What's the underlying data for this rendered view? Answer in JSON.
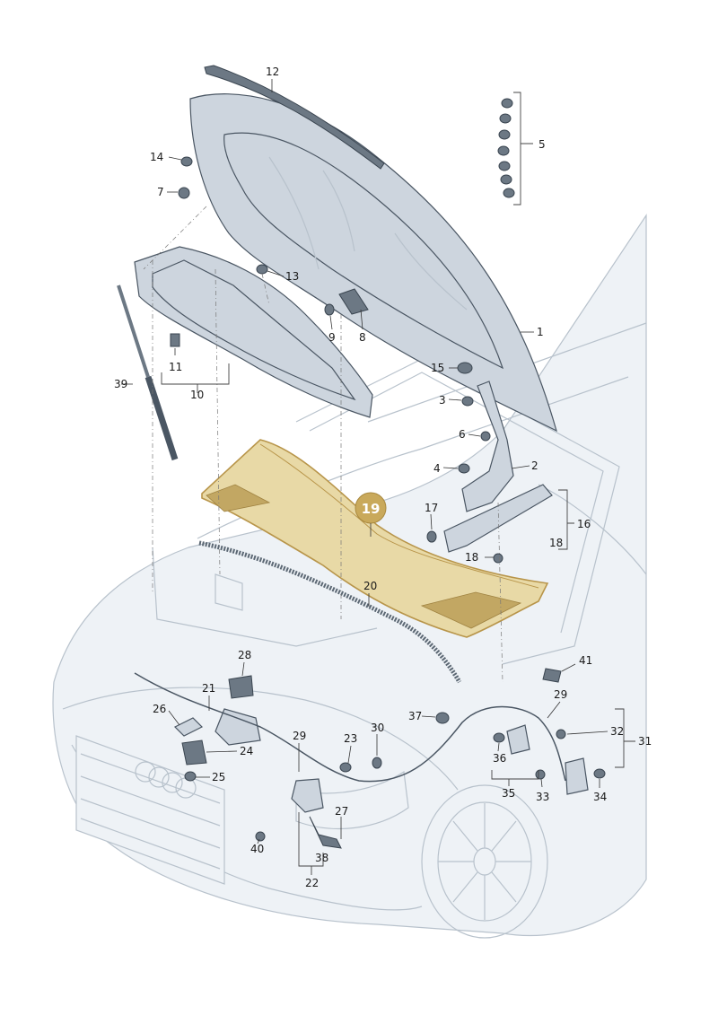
{
  "highlight": {
    "number": "19",
    "color": "#c9b27a",
    "fill": "#e8d9a6"
  },
  "colors": {
    "part": "#cdd5de",
    "car": "#b8c2cc",
    "highlight": "#d9c07f"
  },
  "labels": {
    "l1": "1",
    "l2": "2",
    "l3": "3",
    "l4": "4",
    "l5": "5",
    "l6": "6",
    "l7": "7",
    "l8": "8",
    "l9": "9",
    "l10": "10",
    "l11": "11",
    "l12": "12",
    "l13": "13",
    "l14": "14",
    "l15": "15",
    "l16": "16",
    "l17": "17",
    "l18a": "18",
    "l18b": "18",
    "l20": "20",
    "l21": "21",
    "l22": "22",
    "l23": "23",
    "l24": "24",
    "l25": "25",
    "l26": "26",
    "l27": "27",
    "l28": "28",
    "l29a": "29",
    "l29b": "29",
    "l30": "30",
    "l31": "31",
    "l32": "32",
    "l33": "33",
    "l34": "34",
    "l35": "35",
    "l36": "36",
    "l37": "37",
    "l38": "38",
    "l39": "39",
    "l40": "40",
    "l41": "41"
  }
}
